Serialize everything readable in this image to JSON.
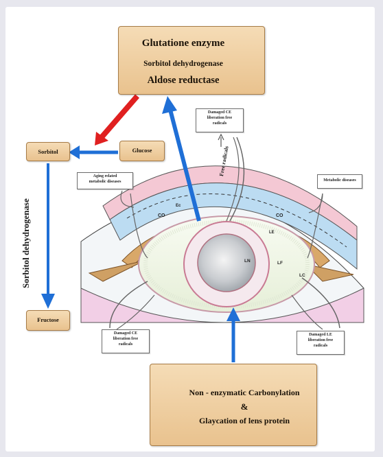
{
  "top_box": {
    "line1": "Glutatione enzyme",
    "line2": "Sorbitol dehydrogenase",
    "line3": "Aldose reductase"
  },
  "sorbitol_label": "Sorbitol",
  "glucose_label": "Glucose",
  "fructose_label": "Fructose",
  "vertical_label": "Sorbitol dehydrogenase",
  "callouts": {
    "top": [
      "Damaged CE",
      "liberation free",
      "radicals"
    ],
    "left": [
      "Aging related",
      "metabolic diseases"
    ],
    "right": [
      "Metabolic diseases"
    ],
    "bottom_left": [
      "Damaged CE",
      "liberation free",
      "radicals"
    ],
    "bottom_right": [
      "Damaged LE",
      "liberation free",
      "radicals"
    ]
  },
  "free_radicals_label": "Free radicals",
  "eye_labels": {
    "co_left": "CO",
    "co_right": "CO",
    "ln": "LN",
    "lf": "LF",
    "lc": "LC",
    "le": "LE",
    "ce": "Ec"
  },
  "bottom_box": {
    "line1": "Non - enzymatic Carbonylation",
    "line2": "&",
    "line3": "Glaycation of lens protein"
  },
  "colors": {
    "box_fill": "#f0d2a6",
    "red_arrow": "#e02020",
    "blue_arrow": "#1f6fd6"
  }
}
